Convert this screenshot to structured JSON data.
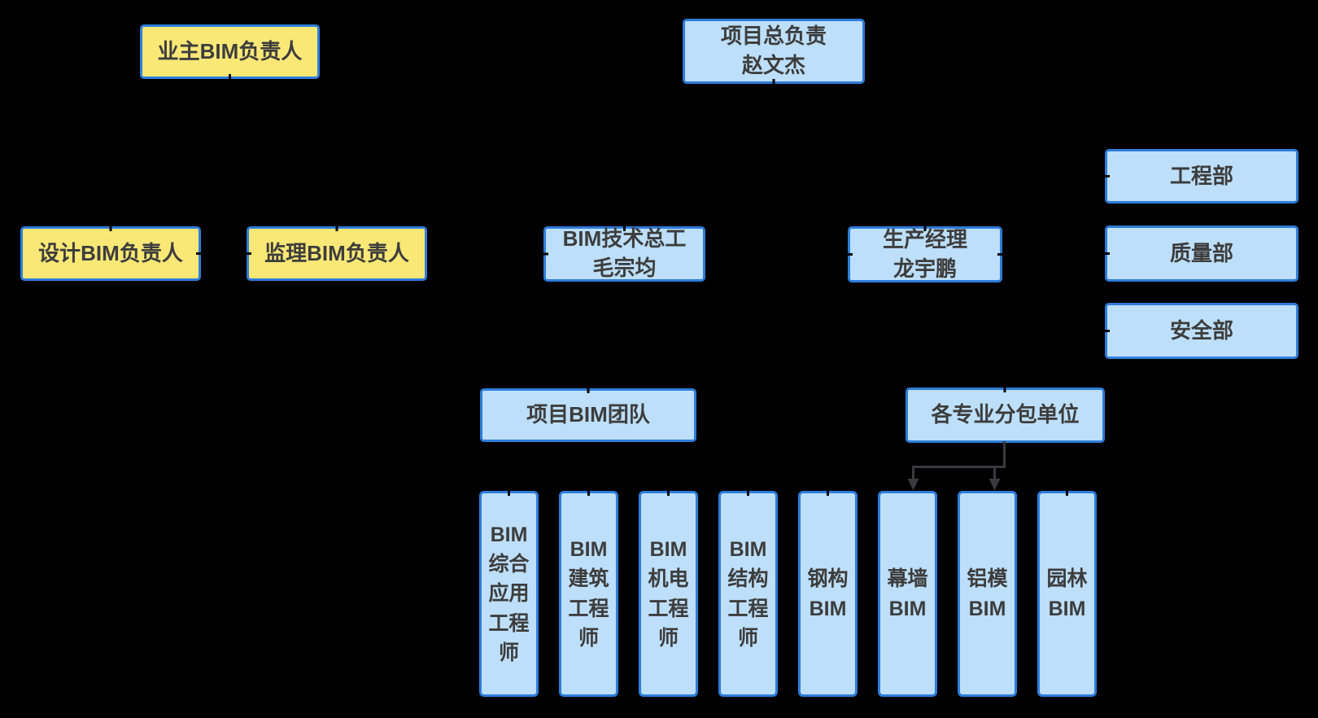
{
  "diagram": {
    "type": "org-chart",
    "colors": {
      "background": "#000000",
      "box_border": "#2e7dda",
      "yellow_fill": "#f9e876",
      "blue_fill": "#bddff9",
      "text": "#3d3d3d",
      "arrow": "#3a3a3e",
      "stub": "#000000"
    },
    "nodes": [
      {
        "id": "owner-bim-lead",
        "label": "业主BIM负责人",
        "style": "yellow"
      },
      {
        "id": "project-head",
        "label": "项目总负责\n赵文杰",
        "style": "blue"
      },
      {
        "id": "engineering-dept",
        "label": "工程部",
        "style": "blue"
      },
      {
        "id": "design-bim-lead",
        "label": "设计BIM负责人",
        "style": "yellow"
      },
      {
        "id": "supervision-bim-lead",
        "label": "监理BIM负责人",
        "style": "yellow"
      },
      {
        "id": "bim-chief-engineer",
        "label": "BIM技术总工\n毛宗均",
        "style": "blue"
      },
      {
        "id": "production-manager",
        "label": "生产经理\n龙宇鹏",
        "style": "blue"
      },
      {
        "id": "quality-dept",
        "label": "质量部",
        "style": "blue"
      },
      {
        "id": "safety-dept",
        "label": "安全部",
        "style": "blue"
      },
      {
        "id": "project-bim-team",
        "label": "项目BIM团队",
        "style": "blue"
      },
      {
        "id": "subcontractors",
        "label": "各专业分包单位",
        "style": "blue"
      },
      {
        "id": "bim-general-app-engineer",
        "label": "BIM\n综合\n应用\n工程\n师",
        "style": "blue"
      },
      {
        "id": "bim-architecture-engineer",
        "label": "BIM\n建筑\n工程\n师",
        "style": "blue"
      },
      {
        "id": "bim-mep-engineer",
        "label": "BIM\n机电\n工程\n师",
        "style": "blue"
      },
      {
        "id": "bim-structure-engineer",
        "label": "BIM\n结构\n工程\n师",
        "style": "blue"
      },
      {
        "id": "steel-bim",
        "label": "钢构\nBIM",
        "style": "blue"
      },
      {
        "id": "curtain-wall-bim",
        "label": "幕墙\nBIM",
        "style": "blue"
      },
      {
        "id": "aluminum-formwork-bim",
        "label": "铝模\nBIM",
        "style": "blue"
      },
      {
        "id": "landscape-bim",
        "label": "园林\nBIM",
        "style": "blue"
      }
    ],
    "edges": [
      {
        "from": "subcontractors",
        "to": "curtain-wall-bim",
        "arrow": true
      },
      {
        "from": "subcontractors",
        "to": "aluminum-formwork-bim",
        "arrow": true
      }
    ]
  }
}
